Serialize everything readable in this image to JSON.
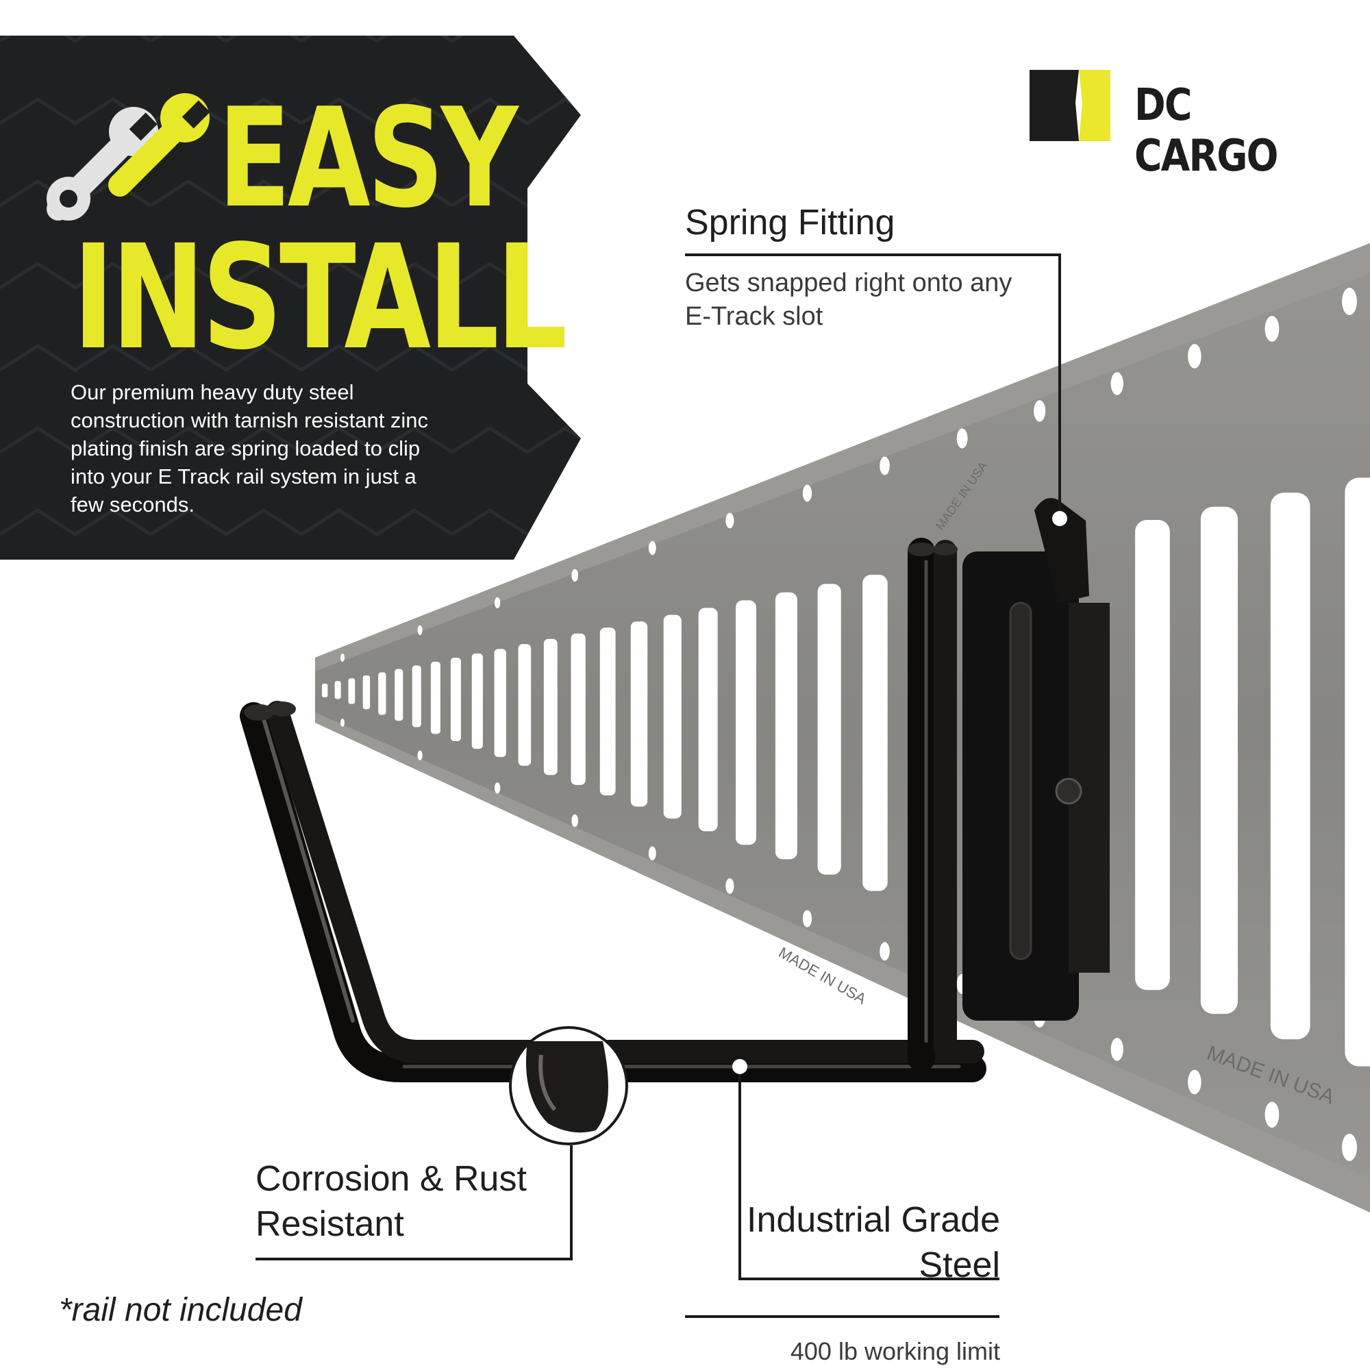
{
  "banner": {
    "headline_line1": "EASY",
    "headline_line2": "INSTALL",
    "body": "Our premium heavy duty steel construction with tarnish resistant zinc plating finish are spring loaded to clip into your E Track rail system in just a few seconds.",
    "icon": "wrench-icon"
  },
  "brand": {
    "name": "DC CARGO",
    "logo": "dc-cargo-logo"
  },
  "callouts": {
    "spring_fitting": {
      "title": "Spring Fitting",
      "description": "Gets snapped right onto any E-Track slot"
    },
    "corrosion": {
      "title": "Corrosion & Rust Resistant"
    },
    "steel": {
      "title": "Industrial Grade Steel",
      "description": "400 lb working limit"
    }
  },
  "rail_markings": [
    "MADE IN USA",
    "MADE IN USA",
    "MADE IN USA"
  ],
  "footnote": "*rail not included",
  "colors": {
    "accent_yellow": "#e8e82a",
    "banner_dark": "#1e2021",
    "rail_gray": "#8a8987",
    "hook_black": "#1a1817"
  }
}
